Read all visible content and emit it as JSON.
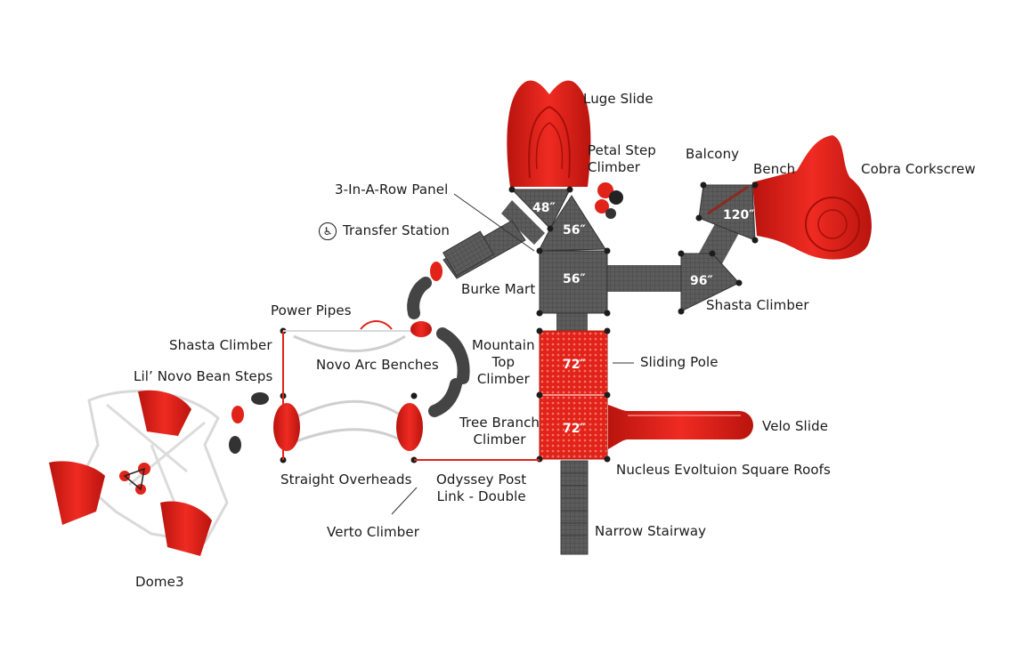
{
  "labels": {
    "luge_slide": "Luge Slide",
    "petal_step_climber": "Petal Step\nClimber",
    "balcony": "Balcony",
    "bench": "Bench",
    "cobra_corkscrew": "Cobra Corkscrew",
    "three_in_a_row_panel": "3-In-A-Row Panel",
    "transfer_station": "Transfer Station",
    "burke_mart": "Burke Mart",
    "shasta_climber_right": "Shasta Climber",
    "power_pipes": "Power Pipes",
    "shasta_climber_left": "Shasta Climber",
    "mountain_top_climber": "Mountain\nTop\nClimber",
    "sliding_pole": "Sliding Pole",
    "lil_novo_bean_steps": "Lil’ Novo Bean Steps",
    "novo_arc_benches": "Novo Arc Benches",
    "tree_branch_climber": "Tree Branch\nClimber",
    "velo_slide": "Velo Slide",
    "straight_overheads": "Straight Overheads",
    "odyssey_post_link": "Odyssey Post\nLink - Double",
    "nucleus_roofs": "Nucleus Evoltuion Square Roofs",
    "narrow_stairway": "Narrow Stairway",
    "verto_climber": "Verto Climber",
    "dome3": "Dome3"
  },
  "deck_heights": {
    "deck_48": "48″",
    "deck_56_tri": "56″",
    "deck_56_sq": "56″",
    "deck_120": "120″",
    "deck_96": "96″",
    "deck_72_top": "72″",
    "deck_72_bottom": "72″"
  },
  "icons": {
    "transfer_station": "accessibility-icon"
  },
  "colors": {
    "component_red": "#e2231a",
    "deck_gray": "#5a5a5a",
    "outline_gray": "#cfcfcf"
  }
}
